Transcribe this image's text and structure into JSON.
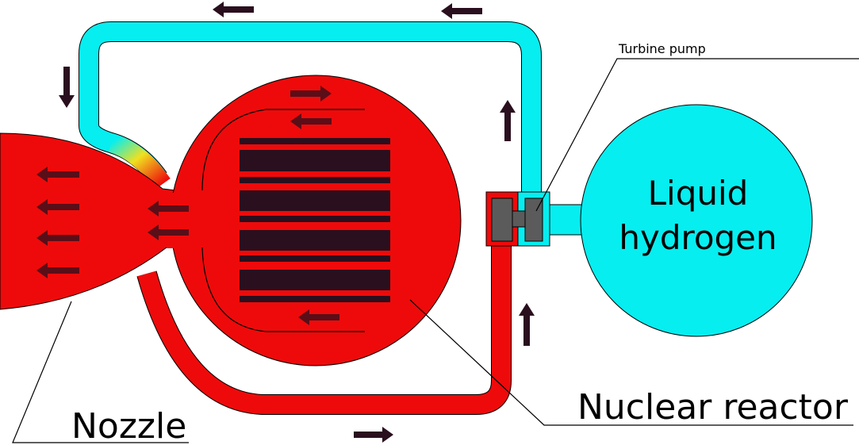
{
  "labels": {
    "turbine_pump": "Turbine pump",
    "liquid_hydrogen_line1": "Liquid",
    "liquid_hydrogen_line2": "hydrogen",
    "nuclear_reactor": "Nuclear reactor",
    "nozzle": "Nozzle"
  },
  "colors": {
    "hot": "#ee0a0a",
    "cold": "#06eef0",
    "fuel": "#2a0f1e",
    "arrow_inner": "#5a0e18",
    "pump": "#5b5b5b",
    "warm_transition": "#f0e020"
  }
}
